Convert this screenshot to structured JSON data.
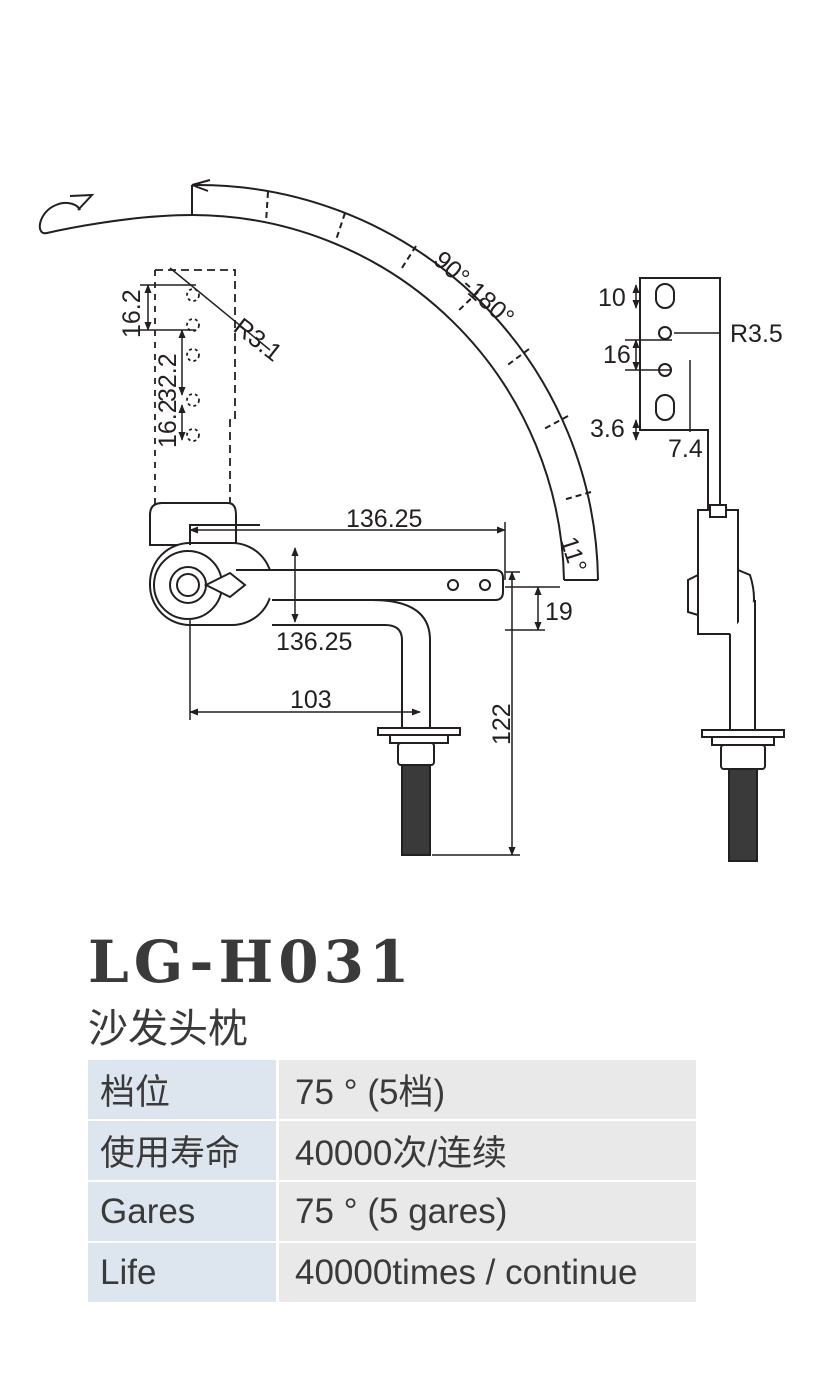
{
  "product": {
    "model": "LG-H031",
    "name_cn": "沙发头枕"
  },
  "drawing": {
    "dims": {
      "d_136_25_top": "136.25",
      "d_136_25_bottom": "136.25",
      "d_103": "103",
      "d_122": "122",
      "d_19": "19",
      "d_16_2_top": "16.2",
      "d_32_2": "32.2",
      "d_16_2_bottom": "16.2",
      "r3_1": "R3.1",
      "angle": "90°-180°",
      "d_11": "11°",
      "d_10": "10",
      "r3_5": "R3.5",
      "d_16": "16",
      "d_3_6": "3.6",
      "d_7_4": "7.4"
    }
  },
  "specs": [
    {
      "key": "档位",
      "value": "75 ° (5档)"
    },
    {
      "key": "使用寿命",
      "value": "40000次/连续"
    },
    {
      "key": "Gares",
      "value": "75 ° (5 gares)"
    },
    {
      "key": "Life",
      "value": "40000times / continue"
    }
  ]
}
